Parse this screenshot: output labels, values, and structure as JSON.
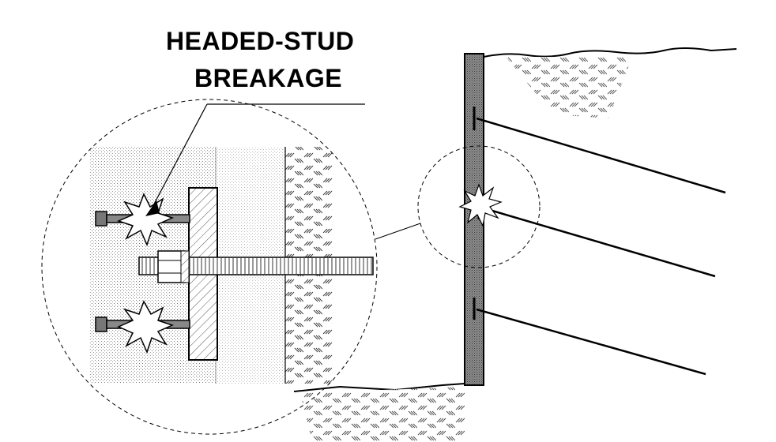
{
  "callout": {
    "line1": "HEADED-STUD",
    "line2": "BREAKAGE"
  },
  "colors": {
    "ink": "#000000",
    "stipple": "#8a8a8a",
    "wall": "#666666",
    "background": "#ffffff"
  },
  "elements": {
    "wall": "retaining-wall",
    "anchors": [
      "tieback-upper",
      "tieback-middle",
      "tieback-lower"
    ],
    "failed_anchor": "tieback-middle",
    "detail_studs": [
      "headed-stud-upper",
      "headed-stud-lower"
    ]
  }
}
